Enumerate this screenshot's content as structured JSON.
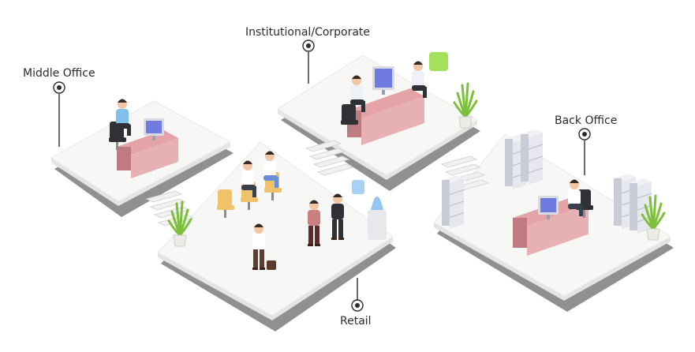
{
  "colors": {
    "background": "#ffffff",
    "platform_top": "#f7f7f5",
    "platform_shadow": "#7d7d7d",
    "desk": "#e4a3a6",
    "desk_dark": "#c07b80",
    "monitor_screen": "#6f7be0",
    "plant": "#7bbf3a",
    "chat_bubble": "#a4e05c",
    "water_bottle": "#93c6f3",
    "cabinet": "#e6e8ee",
    "shirt_blue": "#7fc0ec",
    "suit_dark": "#2f3137",
    "chair_yellow": "#f0c26a",
    "marker": "#2b2b2b"
  },
  "diagram": {
    "sections": [
      {
        "id": "institutional",
        "label": "Institutional/Corporate"
      },
      {
        "id": "middle-office",
        "label": "Middle Office"
      },
      {
        "id": "back-office",
        "label": "Back Office"
      },
      {
        "id": "retail",
        "label": "Retail"
      }
    ]
  }
}
